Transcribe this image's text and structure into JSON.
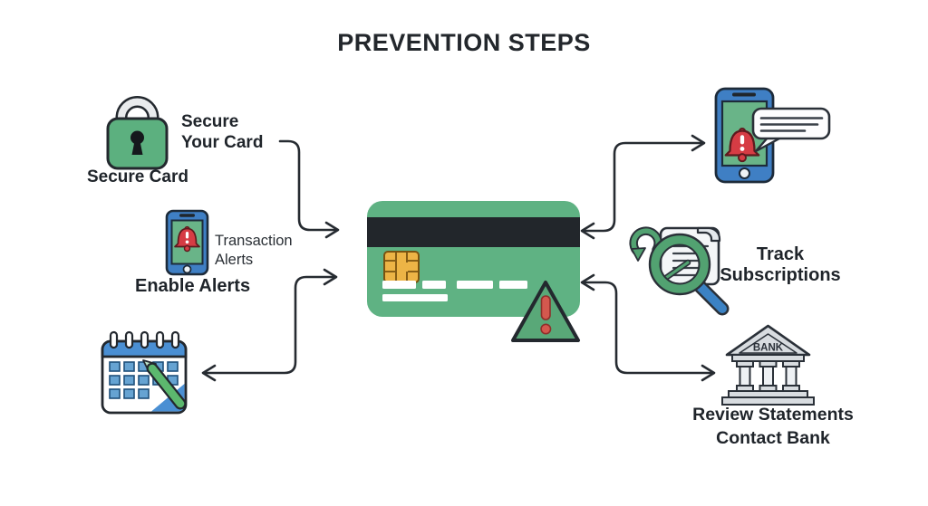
{
  "title": "PREVENTION STEPS",
  "nodes": {
    "secure_card": {
      "title_line1": "Secure",
      "title_line2": "Your Card",
      "caption": "Secure Card"
    },
    "enable_alerts": {
      "title_line1": "Transaction",
      "title_line2": "Alerts",
      "caption": "Enable Alerts"
    },
    "track_subscriptions": {
      "title_line1": "Track",
      "title_line2": "Subscriptions"
    },
    "bank": {
      "sign": "BANK",
      "caption_line1": "Review Statements",
      "caption_line2": "Contact Bank"
    }
  },
  "colors": {
    "card_green": "#5fb283",
    "icon_green": "#59a878",
    "magstripe_black": "#22262b",
    "phone_blue": "#3f7fc4",
    "calendar_blue": "#4a8fd3",
    "alert_red": "#d63c44",
    "chip_gold": "#edb446",
    "bank_gray": "#d8dce0",
    "arrow_dark": "#262b31",
    "text_dark": "#1f242a"
  }
}
